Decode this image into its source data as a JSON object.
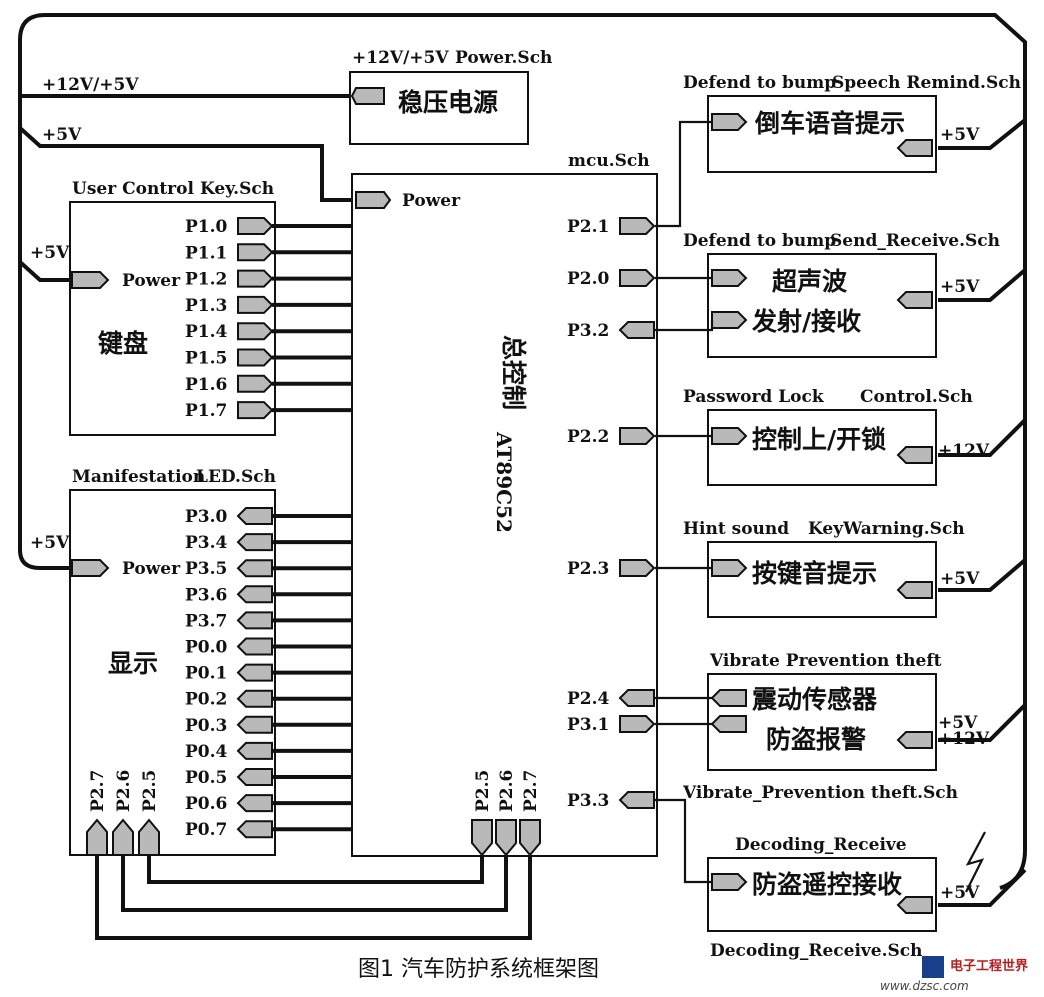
{
  "power_module": {
    "header_left": "+12V/+5V",
    "header_right": "Power.Sch",
    "name": "稳压电源"
  },
  "supply_labels": {
    "top": "+12V/+5V",
    "second": "+5V",
    "key_power": "+5V",
    "led_power": "+5V"
  },
  "mcu": {
    "sheet": "mcu.Sch",
    "name": "总控制",
    "chip": "AT89C52",
    "power_pin": "Power"
  },
  "keyboard": {
    "header_left": "User Control",
    "header_right": "Key.Sch",
    "name": "键盘",
    "power_pin": "Power",
    "pins": [
      "P1.0",
      "P1.1",
      "P1.2",
      "P1.3",
      "P1.4",
      "P1.5",
      "P1.6",
      "P1.7"
    ]
  },
  "led": {
    "header_left": "Manifestation",
    "header_right": "LED.Sch",
    "name": "显示",
    "power_pin": "Power",
    "pins": [
      "P3.0",
      "P3.4",
      "P3.5",
      "P3.6",
      "P3.7",
      "P0.0",
      "P0.1",
      "P0.2",
      "P0.3",
      "P0.4",
      "P0.5",
      "P0.6",
      "P0.7"
    ],
    "bottom_pins": [
      "P2.7",
      "P2.6",
      "P2.5"
    ]
  },
  "mcu_bottom_pins": [
    "P2.5",
    "P2.6",
    "P2.7"
  ],
  "mcu_right_pins": [
    "P2.1",
    "P2.0",
    "P3.2",
    "P2.2",
    "P2.3",
    "P2.4",
    "P3.1",
    "P3.3"
  ],
  "modules": [
    {
      "header_left": "Defend to bump",
      "header_right": "Speech Remind.Sch",
      "name": "倒车语音提示",
      "power": "+5V"
    },
    {
      "header_left": "Defend to bump",
      "header_right": "Send_Receive.Sch",
      "name1": "超声波",
      "name2": "发射/接收",
      "power": "+5V"
    },
    {
      "header_left": "Password  Lock",
      "header_right": "Control.Sch",
      "name": "控制上/开锁",
      "power": "+12V"
    },
    {
      "header_left": "Hint sound",
      "header_right": "KeyWarning.Sch",
      "name": "按键音提示",
      "power": "+5V"
    },
    {
      "header": "Vibrate  Prevention theft",
      "footer": "Vibrate_Prevention theft.Sch",
      "name1": "震动传感器",
      "name2": "防盗报警",
      "power1": "+5V",
      "power2": "+12V"
    },
    {
      "header": "Decoding_Receive",
      "footer": "Decoding_Receive.Sch",
      "name": "防盗遥控接收",
      "power": "+5V"
    }
  ],
  "caption": "图1  汽车防护系统框架图",
  "watermark": {
    "line1": "电子工程世界",
    "line2": "www.dzsc.com"
  }
}
